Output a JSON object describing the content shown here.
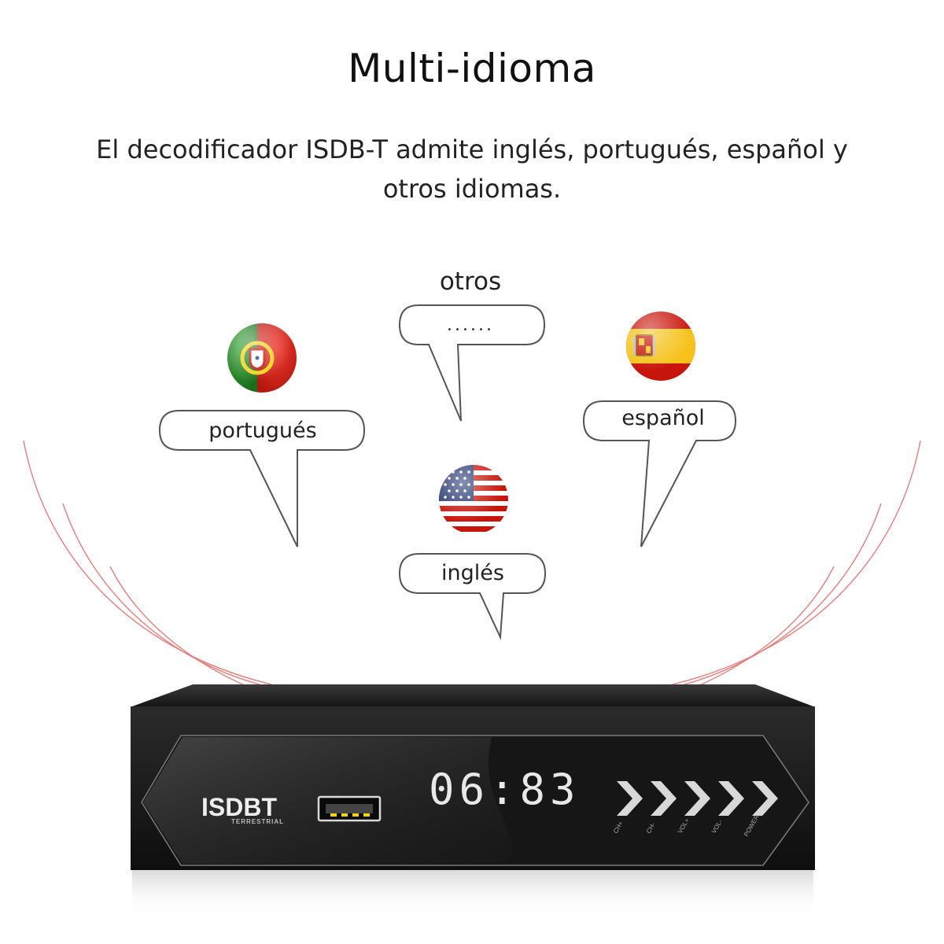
{
  "header": {
    "title": "Multi-idioma",
    "subtitle": "El decodificador ISDB-T admite inglés, portugués, español y otros idiomas."
  },
  "bubbles": {
    "others": {
      "label": "otros",
      "content": "......"
    },
    "portuguese": {
      "label": "portugués"
    },
    "spanish": {
      "label": "español"
    },
    "english": {
      "label": "inglés"
    }
  },
  "device": {
    "brand": "ISDBT",
    "brand_sub": "TERRESTRIAL",
    "display": "06:83",
    "buttons": [
      "CH+",
      "CH-",
      "VOL+",
      "VOL-",
      "POWER"
    ]
  },
  "colors": {
    "accent_arc": "#d9534f",
    "device_body": "#1a1a1a",
    "display_segment": "#e8e8e8"
  }
}
